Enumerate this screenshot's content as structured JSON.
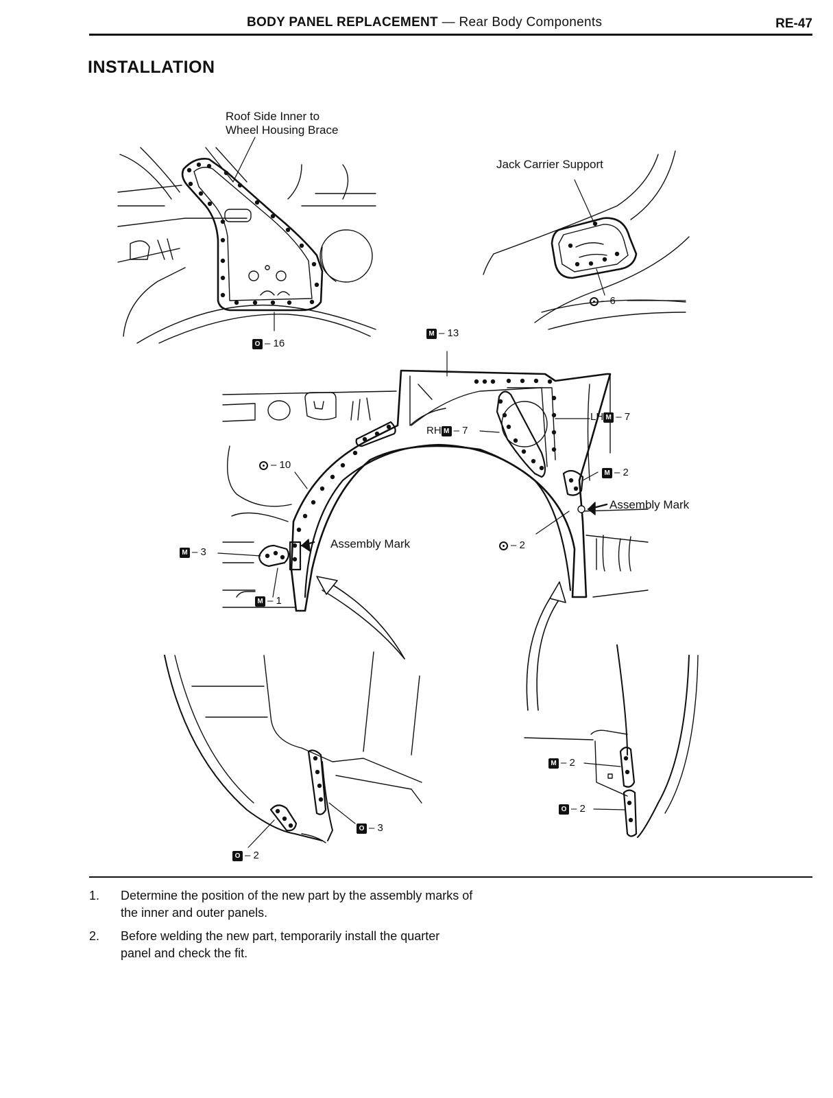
{
  "header": {
    "section": "BODY PANEL REPLACEMENT",
    "separator": "—",
    "subsection": "Rear Body Components",
    "page_number": "RE-47"
  },
  "title": "INSTALLATION",
  "labels": {
    "roof_side_inner_line1": "Roof Side Inner to",
    "roof_side_inner_line2": "Wheel Housing Brace",
    "jack_carrier": "Jack Carrier Support",
    "assembly_mark_right": "Assembly Mark",
    "assembly_mark_left": "Assembly Mark",
    "rh": "RH",
    "lh": "LH"
  },
  "weld_marks": {
    "sym_m": "M",
    "sym_o": "O",
    "brace_count": "– 16",
    "jack_count": "– 6",
    "top_count": "– 13",
    "lh_count": "– 7",
    "rh_count": "– 7",
    "right_m2": "– 2",
    "left_o10": "– 10",
    "right_o2": "– 2",
    "left_m3": "– 3",
    "left_m1": "– 1",
    "bl_o3": "– 3",
    "bl_o2": "– 2",
    "br_m2": "– 2",
    "br_o2": "– 2"
  },
  "steps": [
    {
      "num": "1.",
      "text": "Determine the position of the new part by the assembly marks of the inner and outer panels."
    },
    {
      "num": "2.",
      "text": "Before welding the new part, temporarily install the quarter panel and check the fit."
    }
  ]
}
